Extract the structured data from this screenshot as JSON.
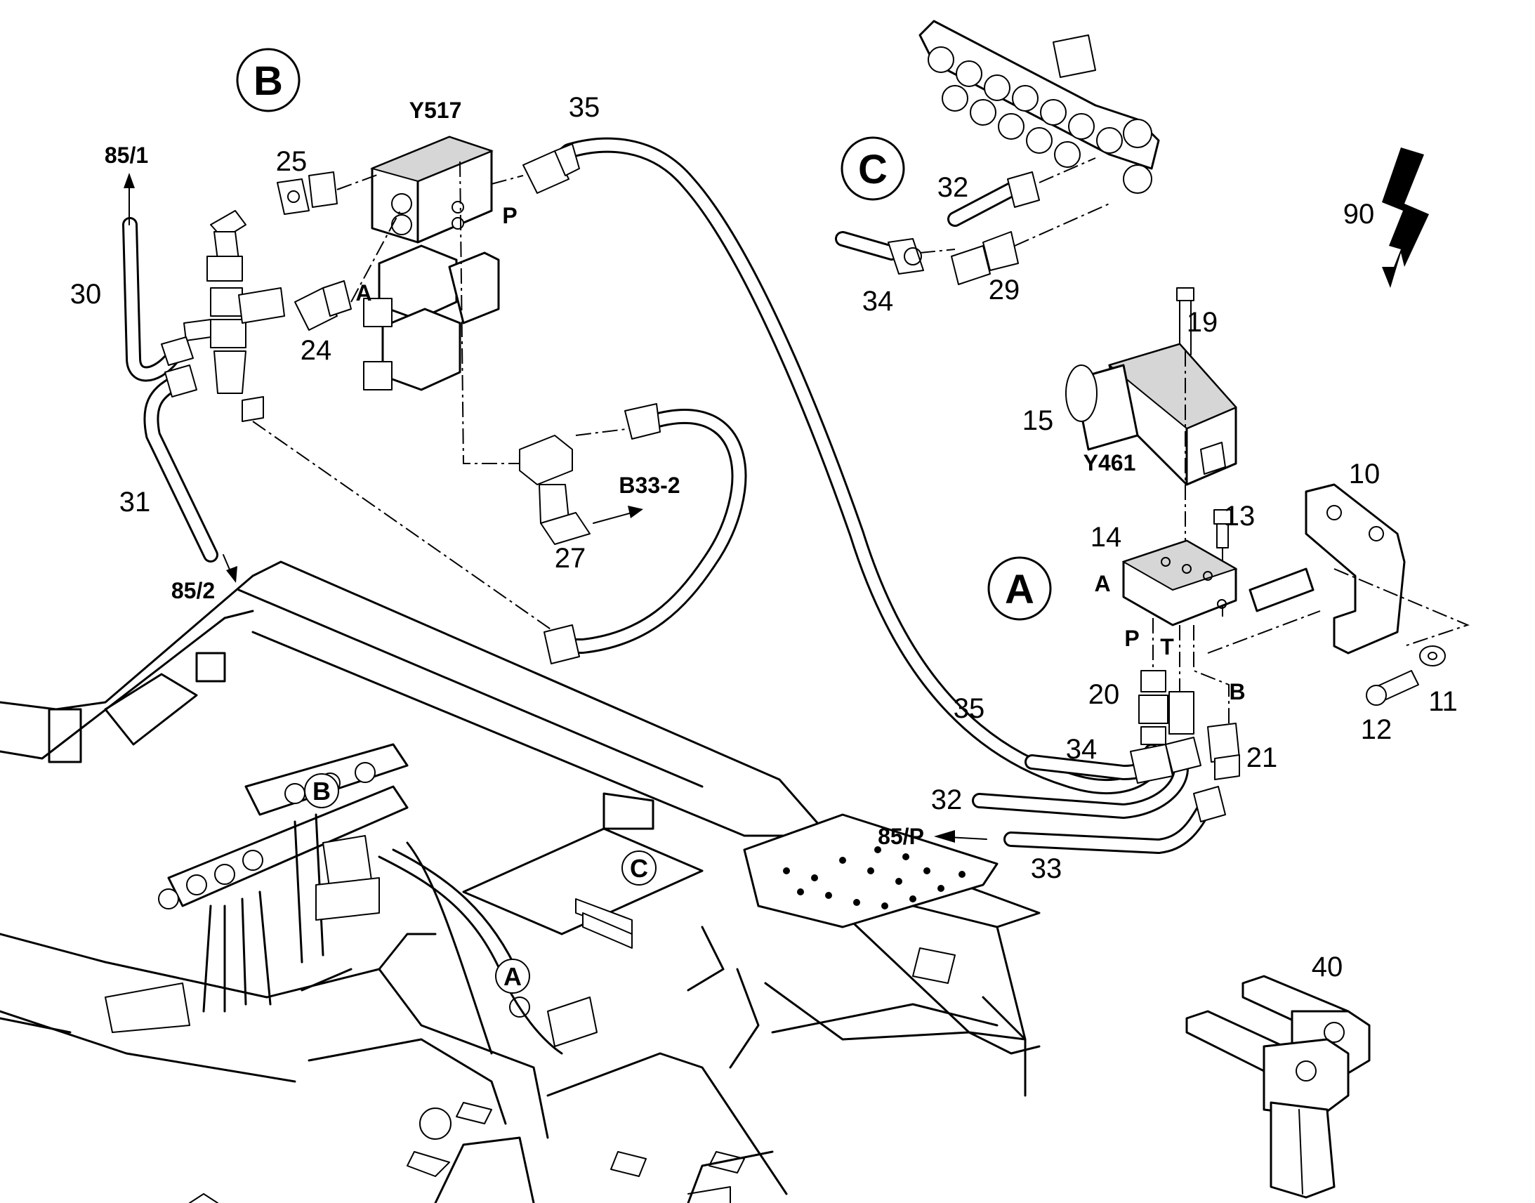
{
  "callouts": {
    "n40": "40",
    "n90": "90",
    "n10": "10",
    "n11": "11",
    "n12": "12",
    "n13": "13",
    "n14": "14",
    "n15": "15",
    "n19": "19",
    "n20": "20",
    "n21": "21",
    "n24": "24",
    "n25": "25",
    "n27": "27",
    "n29": "29",
    "n30": "30",
    "n31": "31",
    "n32a": "32",
    "n32b": "32",
    "n33": "33",
    "n34a": "34",
    "n34b": "34",
    "n35a": "35",
    "n35b": "35"
  },
  "components": {
    "y517": "Y517",
    "y461": "Y461"
  },
  "references": {
    "r85_1": "85/1",
    "r85_2": "85/2",
    "r85_p": "85/P",
    "rb33_2": "B33-2"
  },
  "ports": {
    "p_top": "P",
    "a_top": "A",
    "a_block": "A",
    "p_block": "P",
    "t_block": "T",
    "b_block": "B"
  },
  "detail_markers": {
    "a": "A",
    "b": "B",
    "c": "C",
    "a_small": "A",
    "b_small": "B",
    "c_small": "C"
  }
}
